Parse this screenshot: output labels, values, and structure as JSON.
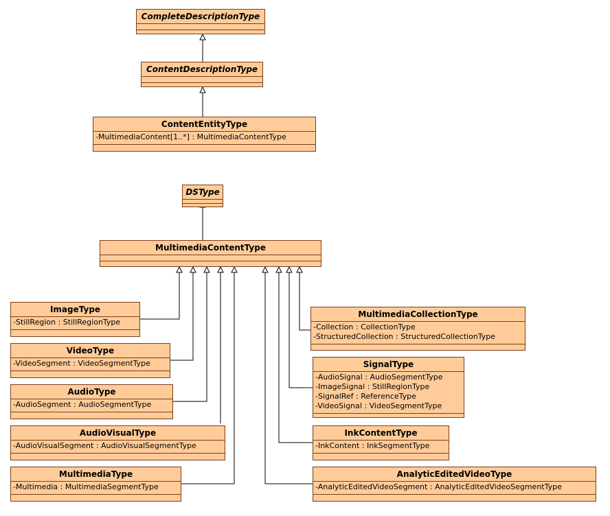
{
  "classes": {
    "complete_description": {
      "name": "CompleteDescriptionType"
    },
    "content_description": {
      "name": "ContentDescriptionType"
    },
    "content_entity": {
      "name": "ContentEntityType",
      "attrs": [
        "-MultimediaContent[1..*] : MultimediaContentType"
      ]
    },
    "ds": {
      "name": "DSType"
    },
    "multimedia_content": {
      "name": "MultimediaContentType"
    },
    "image": {
      "name": "ImageType",
      "attrs": [
        "-StillRegion : StillRegionType"
      ]
    },
    "video": {
      "name": "VideoType",
      "attrs": [
        "-VideoSegment : VideoSegmentType"
      ]
    },
    "audio": {
      "name": "AudioType",
      "attrs": [
        "-AudioSegment : AudioSegmentType"
      ]
    },
    "audio_visual": {
      "name": "AudioVisualType",
      "attrs": [
        "-AudioVisualSegment : AudioVisualSegmentType"
      ]
    },
    "multimedia": {
      "name": "MultimediaType",
      "attrs": [
        "-Multimedia : MultimediaSegmentType"
      ]
    },
    "multimedia_collection": {
      "name": "MultimediaCollectionType",
      "attrs": [
        "-Collection : CollectionType",
        "-StructuredCollection : StructuredCollectionType"
      ]
    },
    "signal": {
      "name": "SignalType",
      "attrs": [
        "-AudioSignal : AudioSegmentType",
        "-ImageSignal : StillRegionType",
        "-SignalRef : ReferenceType",
        "-VideoSignal : VideoSegmentType"
      ]
    },
    "ink_content": {
      "name": "InkContentType",
      "attrs": [
        "-InkContent : InkSegmentType"
      ]
    },
    "analytic_edited_video": {
      "name": "AnalyticEditedVideoType",
      "attrs": [
        "-AnalyticEditedVideoSegment : AnalyticEditedVideoSegmentType"
      ]
    }
  }
}
